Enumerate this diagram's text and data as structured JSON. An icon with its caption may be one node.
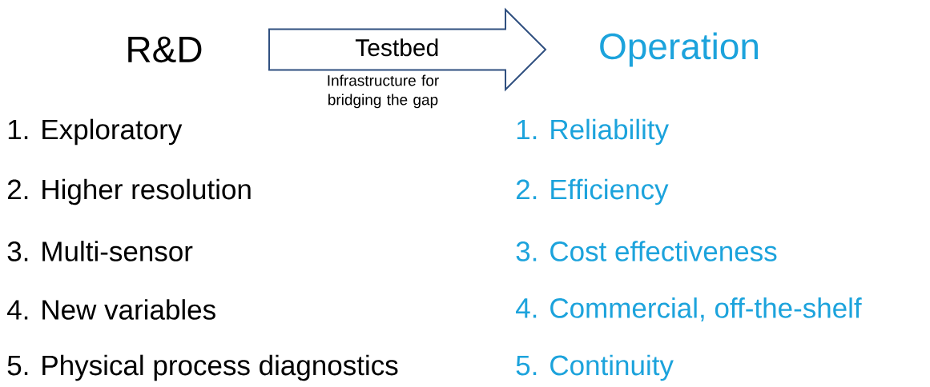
{
  "diagram": {
    "nodes": [
      {
        "text": [
          "R&D"
        ]
      },
      {
        "text": [
          "Testbed",
          "Infrastructure for bridging the gap"
        ]
      },
      {
        "text": [
          "Operation"
        ]
      }
    ],
    "edges": [],
    "labels": [
      "1. Exploratory",
      "1. Reliability",
      "2. Higher resolution",
      "2. Efficiency",
      "3. Multi-sensor",
      "3. Cost effectiveness",
      "4. New variables",
      "4. Commercial, off-the-shelf",
      "5. Physical process diagnostics",
      "5. Continuity"
    ]
  }
}
